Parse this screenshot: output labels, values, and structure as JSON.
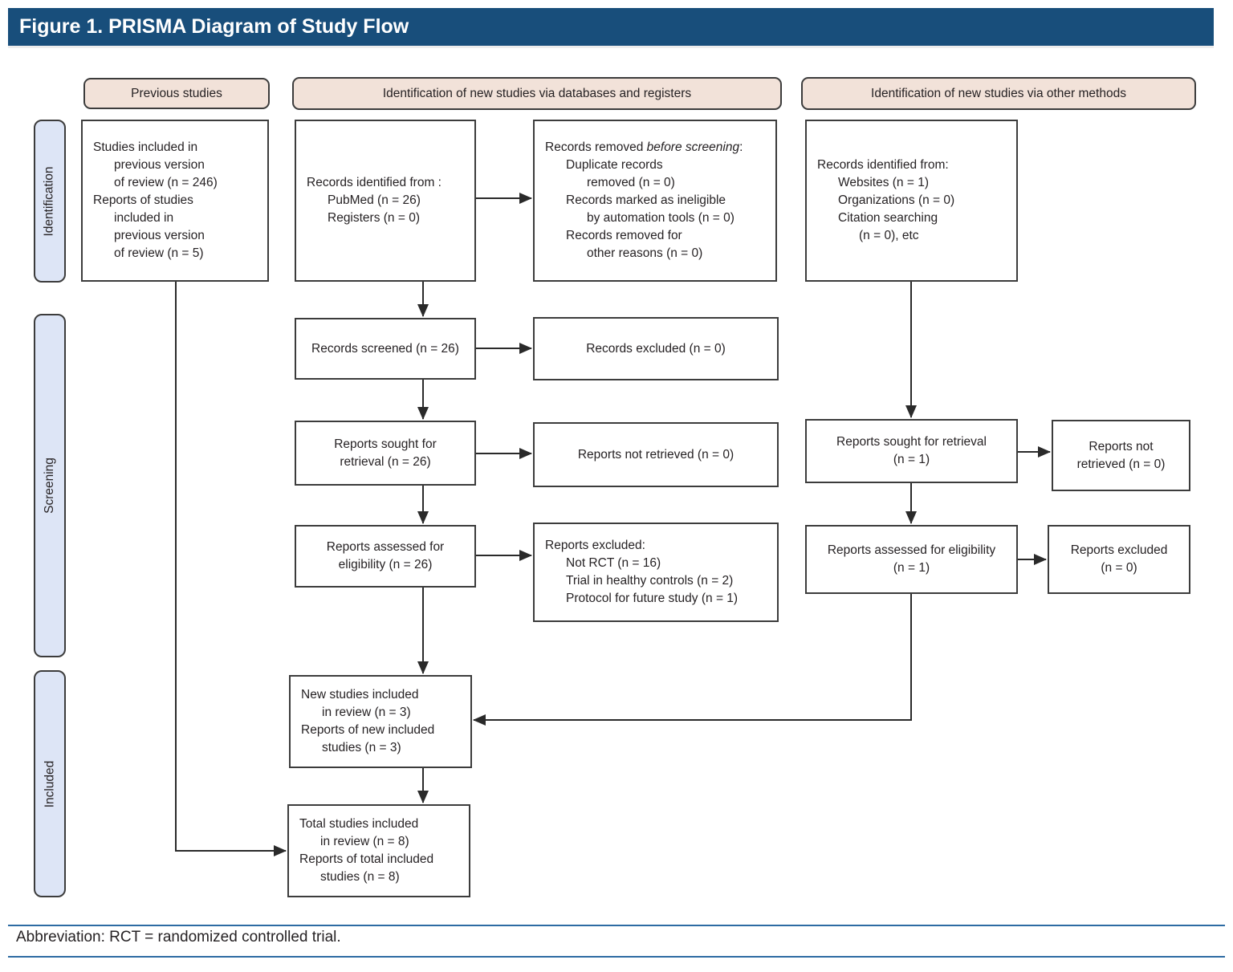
{
  "title": "Figure 1. PRISMA Diagram of Study Flow",
  "colors": {
    "header_bg": "#184e7b",
    "column_header_bg": "#f2e2d9",
    "rail_bg": "#dde5f6",
    "box_border": "#3c3c3c",
    "rule_blue": "#2d6ba3"
  },
  "column_headers": {
    "previous": "Previous studies",
    "databases": "Identification of new studies via databases and registers",
    "other": "Identification of new studies via other methods"
  },
  "rails": {
    "identification": "Identification",
    "screening": "Screening",
    "included": "Included"
  },
  "boxes": {
    "prev_studies": {
      "lines": [
        "Studies included in",
        "previous version",
        "of review (n = 246)",
        "Reports of studies",
        "included in",
        "previous version",
        "of review (n = 5)"
      ]
    },
    "records_identified_db": {
      "lines": [
        "Records identified from :",
        "PubMed (n = 26)",
        "Registers (n = 0)"
      ]
    },
    "records_removed": {
      "title_prefix": "Records removed ",
      "title_italic": "before screening",
      "title_suffix": ":",
      "lines": [
        "Duplicate records",
        "removed (n = 0)",
        "Records marked as ineligible",
        "by automation tools (n = 0)",
        "Records removed for",
        "other reasons (n = 0)"
      ]
    },
    "records_identified_other": {
      "lines": [
        "Records identified from:",
        "Websites (n = 1)",
        "Organizations (n = 0)",
        "Citation searching",
        "(n = 0), etc"
      ]
    },
    "records_screened": {
      "text": "Records screened (n = 26)"
    },
    "records_excluded": {
      "text": "Records excluded (n = 0)"
    },
    "reports_sought_db": {
      "lines": [
        "Reports sought for",
        "retrieval (n = 26)"
      ]
    },
    "reports_not_retrieved_db": {
      "text": "Reports not retrieved (n = 0)"
    },
    "reports_sought_other": {
      "lines": [
        "Reports sought for retrieval",
        "(n = 1)"
      ]
    },
    "reports_not_retrieved_other": {
      "lines": [
        "Reports not",
        "retrieved (n = 0)"
      ]
    },
    "reports_assessed_db": {
      "lines": [
        "Reports assessed for",
        "eligibility (n = 26)"
      ]
    },
    "reports_excluded_db": {
      "lines": [
        "Reports excluded:",
        "Not RCT (n = 16)",
        "Trial in healthy controls (n = 2)",
        "Protocol for future study (n = 1)"
      ]
    },
    "reports_assessed_other": {
      "lines": [
        "Reports assessed for eligibility",
        "(n = 1)"
      ]
    },
    "reports_excluded_other": {
      "lines": [
        "Reports excluded",
        "(n = 0)"
      ]
    },
    "new_studies": {
      "lines": [
        "New studies included",
        "in review (n = 3)",
        "Reports of new included",
        "studies (n = 3)"
      ]
    },
    "total_studies": {
      "lines": [
        "Total studies included",
        "in review (n = 8)",
        "Reports of total included",
        "studies (n = 8)"
      ]
    }
  },
  "footer": {
    "abbreviation": "Abbreviation: RCT = randomized controlled trial."
  }
}
